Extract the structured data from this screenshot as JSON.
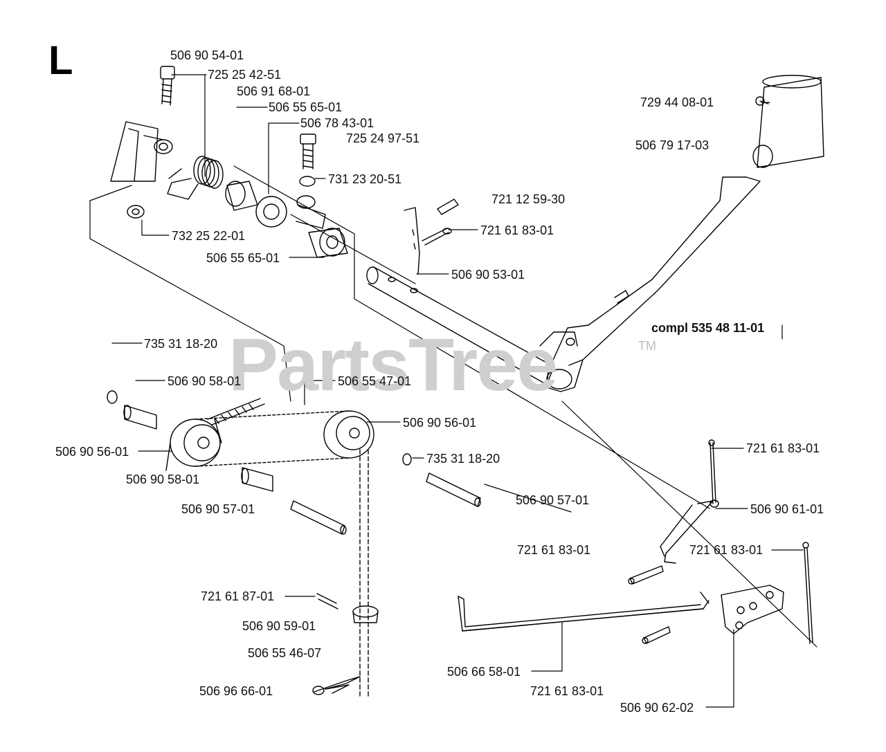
{
  "section_letter": "L",
  "watermark": "PartsTree",
  "watermark_tm": "TM",
  "assembly_label": "compl 535 48 11-01",
  "parts": {
    "p01": "506 90 54-01",
    "p02": "725 25 42-51",
    "p03": "506 91 68-01",
    "p04": "506 55 65-01",
    "p05": "506 78 43-01",
    "p06": "725 24 97-51",
    "p07": "731 23 20-51",
    "p08": "732 25 22-01",
    "p09": "506 55 65-01",
    "p10": "721 12 59-30",
    "p11": "721 61 83-01",
    "p12": "506 90 53-01",
    "p13": "729 44 08-01",
    "p14": "506 79 17-03",
    "p15": "735 31 18-20",
    "p16": "506 90 58-01",
    "p17": "506 55 47-01",
    "p18": "506 90 56-01",
    "p19": "506 90 56-01",
    "p20": "735 31 18-20",
    "p21": "506 90 58-01",
    "p22": "506 90 57-01",
    "p23": "506 90 57-01",
    "p24": "721 61 83-01",
    "p25": "506 90 61-01",
    "p26": "721 61 83-01",
    "p27": "721 61 83-01",
    "p28": "721 61 87-01",
    "p29": "506 90 59-01",
    "p30": "506 55 46-07",
    "p31": "506 66 58-01",
    "p32": "721 61 83-01",
    "p33": "506 96 66-01",
    "p34": "506 90 62-02"
  }
}
